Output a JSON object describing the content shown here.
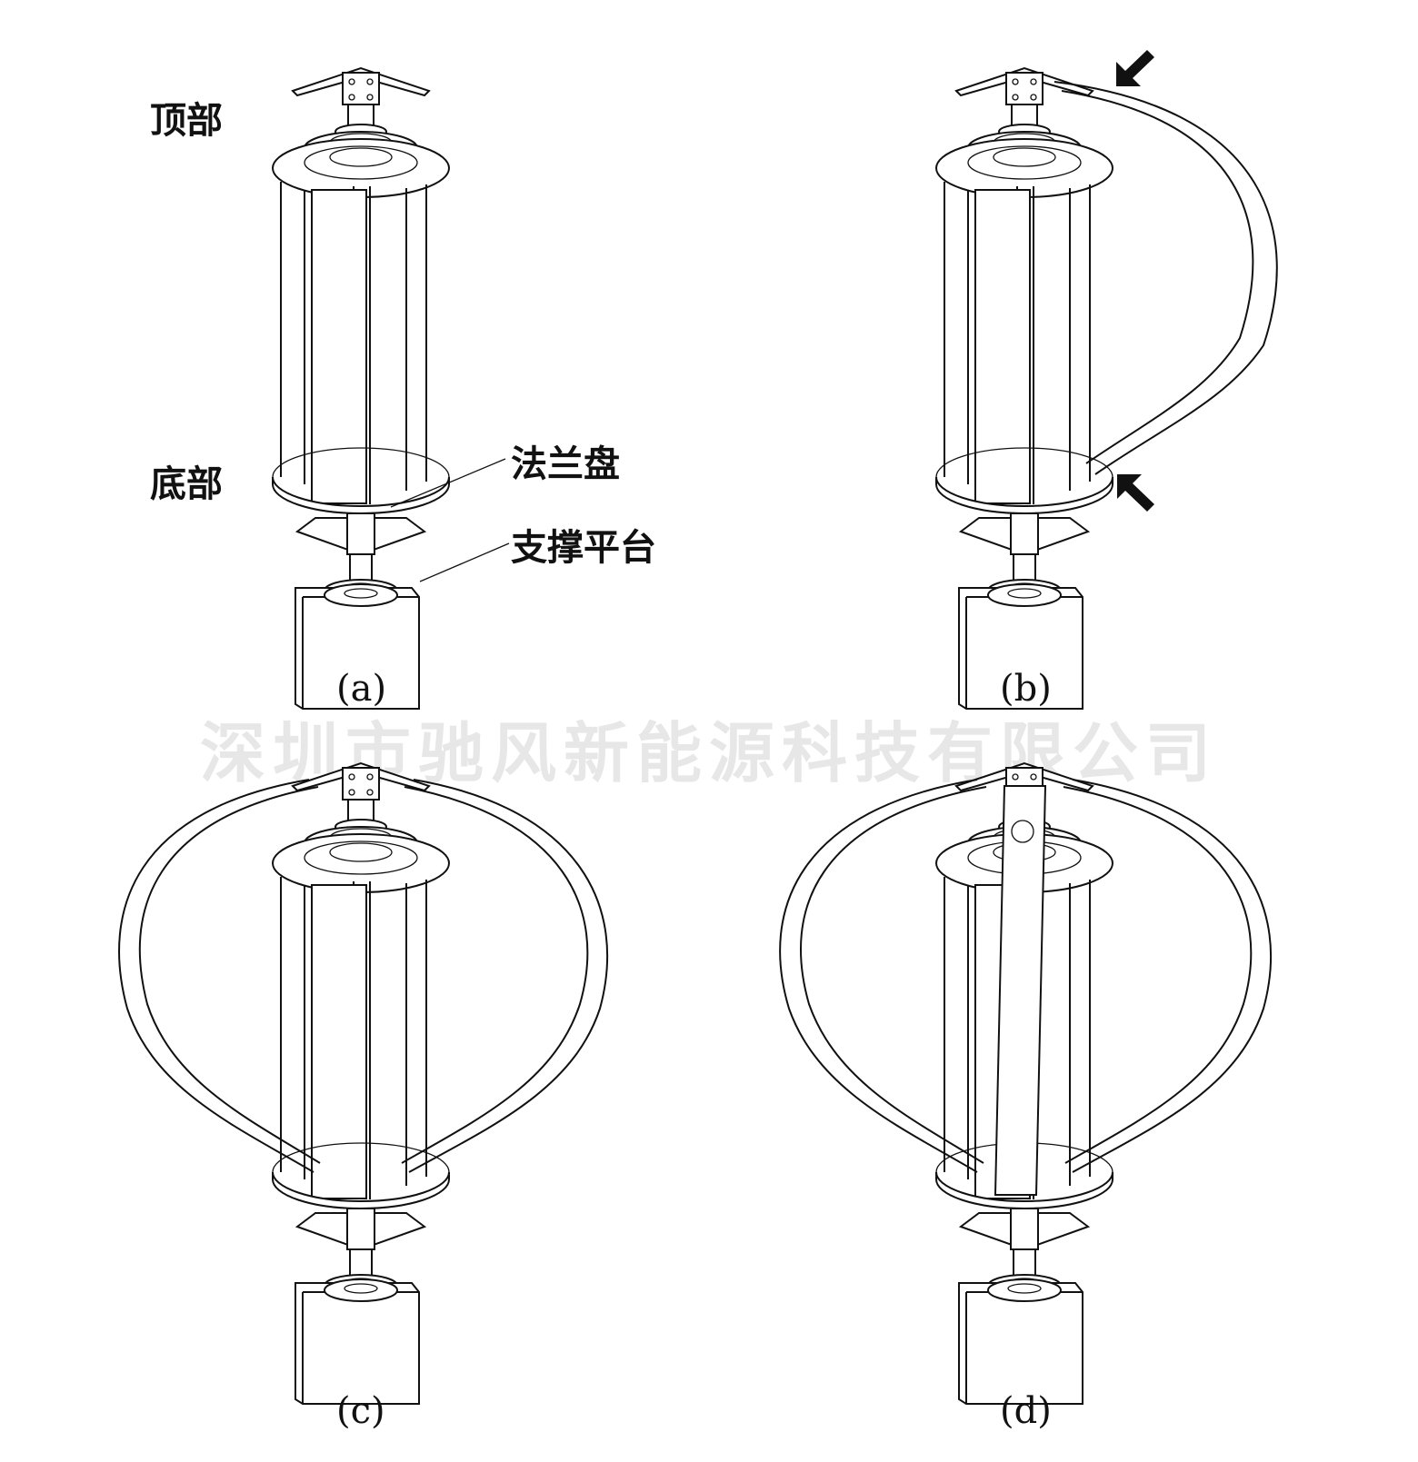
{
  "labels": {
    "top": "顶部",
    "bottom": "底部",
    "flange": "法兰盘",
    "platform": "支撑平台"
  },
  "panels": {
    "a": "(a)",
    "b": "(b)",
    "c": "(c)",
    "d": "(d)"
  },
  "watermark": "深圳市驰风新能源科技有限公司",
  "colors": {
    "line": "#111111",
    "watermark": "#e7e7e7",
    "background": "#ffffff"
  }
}
